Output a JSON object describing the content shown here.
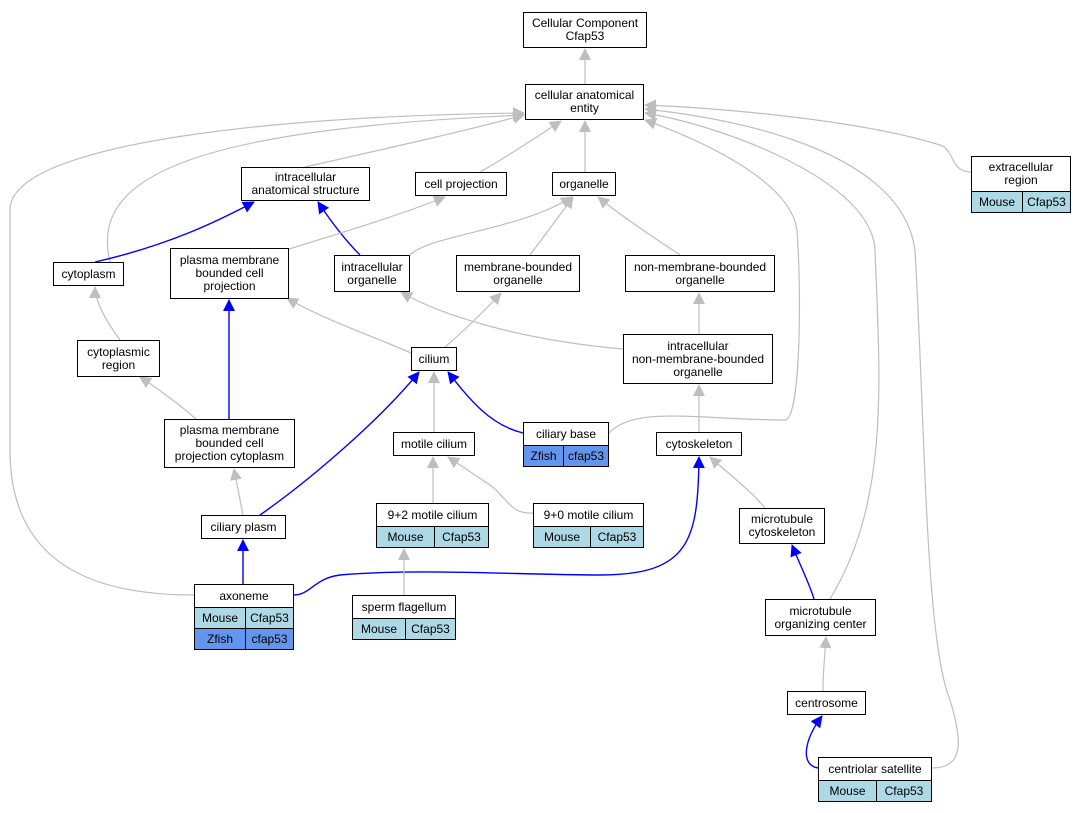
{
  "colors": {
    "is_a_edge": "#bebebe",
    "part_of_edge": "#0000ff",
    "node_border": "#000000",
    "node_fill": "#ffffff",
    "mouse_fill": "#add8e6",
    "zfish_fill": "#6495ed"
  },
  "nodes": {
    "root": {
      "label": "Cellular Component\nCfap53"
    },
    "cae": {
      "label": "cellular anatomical\nentity"
    },
    "ias": {
      "label": "intracellular\nanatomical structure"
    },
    "cellproj": {
      "label": "cell projection"
    },
    "organelle": {
      "label": "organelle"
    },
    "extracell": {
      "label": "extracellular\nregion",
      "annotations": [
        {
          "species": "Mouse",
          "gene": "Cfap53"
        }
      ]
    },
    "cytoplasm": {
      "label": "cytoplasm"
    },
    "pmbcp": {
      "label": "plasma membrane\nbounded cell\nprojection"
    },
    "intraorg": {
      "label": "intracellular\norganelle"
    },
    "membbound": {
      "label": "membrane-bounded\norganelle"
    },
    "nonmemb": {
      "label": "non-membrane-bounded\norganelle"
    },
    "cytoregion": {
      "label": "cytoplasmic\nregion"
    },
    "cilium": {
      "label": "cilium"
    },
    "intranonmemb": {
      "label": "intracellular\nnon-membrane-bounded\norganelle"
    },
    "pmbcpc": {
      "label": "plasma membrane\nbounded cell\nprojection cytoplasm"
    },
    "motile": {
      "label": "motile cilium"
    },
    "ciliarybase": {
      "label": "ciliary base",
      "annotations": [
        {
          "species": "Zfish",
          "gene": "cfap53"
        }
      ]
    },
    "cytoskeleton": {
      "label": "cytoskeleton"
    },
    "ciliaryplasm": {
      "label": "ciliary plasm"
    },
    "nine2": {
      "label": "9+2 motile cilium",
      "annotations": [
        {
          "species": "Mouse",
          "gene": "Cfap53"
        }
      ]
    },
    "nine0": {
      "label": "9+0 motile cilium",
      "annotations": [
        {
          "species": "Mouse",
          "gene": "Cfap53"
        }
      ]
    },
    "mtcyto": {
      "label": "microtubule\ncytoskeleton"
    },
    "axoneme": {
      "label": "axoneme",
      "annotations": [
        {
          "species": "Mouse",
          "gene": "Cfap53"
        },
        {
          "species": "Zfish",
          "gene": "cfap53"
        }
      ]
    },
    "sperm": {
      "label": "sperm flagellum",
      "annotations": [
        {
          "species": "Mouse",
          "gene": "Cfap53"
        }
      ]
    },
    "mtoc": {
      "label": "microtubule\norganizing center"
    },
    "centrosome": {
      "label": "centrosome"
    },
    "centsat": {
      "label": "centriolar satellite",
      "annotations": [
        {
          "species": "Mouse",
          "gene": "Cfap53"
        }
      ]
    }
  },
  "edges": [
    {
      "from": "cae",
      "to": "root",
      "type": "is_a"
    },
    {
      "from": "ias",
      "to": "cae",
      "type": "is_a"
    },
    {
      "from": "cellproj",
      "to": "cae",
      "type": "is_a"
    },
    {
      "from": "organelle",
      "to": "cae",
      "type": "is_a"
    },
    {
      "from": "extracell",
      "to": "cae",
      "type": "is_a"
    },
    {
      "from": "cytoplasm",
      "to": "cae",
      "type": "is_a"
    },
    {
      "from": "axoneme",
      "to": "cae",
      "type": "is_a"
    },
    {
      "from": "ciliarybase",
      "to": "cae",
      "type": "is_a"
    },
    {
      "from": "mtoc",
      "to": "cae",
      "type": "is_a"
    },
    {
      "from": "centsat",
      "to": "cae",
      "type": "is_a"
    },
    {
      "from": "cytoplasm",
      "to": "ias",
      "type": "part_of"
    },
    {
      "from": "intraorg",
      "to": "ias",
      "type": "part_of"
    },
    {
      "from": "pmbcp",
      "to": "cellproj",
      "type": "is_a"
    },
    {
      "from": "intraorg",
      "to": "organelle",
      "type": "is_a"
    },
    {
      "from": "membbound",
      "to": "organelle",
      "type": "is_a"
    },
    {
      "from": "nonmemb",
      "to": "organelle",
      "type": "is_a"
    },
    {
      "from": "cytoregion",
      "to": "cytoplasm",
      "type": "is_a"
    },
    {
      "from": "pmbcpc",
      "to": "pmbcp",
      "type": "part_of"
    },
    {
      "from": "cilium",
      "to": "pmbcp",
      "type": "is_a"
    },
    {
      "from": "cilium",
      "to": "membbound",
      "type": "is_a"
    },
    {
      "from": "intranonmemb",
      "to": "intraorg",
      "type": "is_a"
    },
    {
      "from": "intranonmemb",
      "to": "nonmemb",
      "type": "is_a"
    },
    {
      "from": "pmbcpc",
      "to": "cytoregion",
      "type": "is_a"
    },
    {
      "from": "motile",
      "to": "cilium",
      "type": "is_a"
    },
    {
      "from": "ciliaryplasm",
      "to": "cilium",
      "type": "part_of"
    },
    {
      "from": "ciliarybase",
      "to": "cilium",
      "type": "part_of"
    },
    {
      "from": "cytoskeleton",
      "to": "intranonmemb",
      "type": "is_a"
    },
    {
      "from": "ciliaryplasm",
      "to": "pmbcpc",
      "type": "is_a"
    },
    {
      "from": "nine2",
      "to": "motile",
      "type": "is_a"
    },
    {
      "from": "nine0",
      "to": "motile",
      "type": "is_a"
    },
    {
      "from": "mtcyto",
      "to": "cytoskeleton",
      "type": "is_a"
    },
    {
      "from": "axoneme",
      "to": "ciliaryplasm",
      "type": "part_of"
    },
    {
      "from": "axoneme",
      "to": "cytoskeleton",
      "type": "part_of"
    },
    {
      "from": "sperm",
      "to": "nine2",
      "type": "is_a"
    },
    {
      "from": "mtoc",
      "to": "mtcyto",
      "type": "part_of"
    },
    {
      "from": "centrosome",
      "to": "mtoc",
      "type": "is_a"
    },
    {
      "from": "centsat",
      "to": "centrosome",
      "type": "part_of"
    }
  ]
}
